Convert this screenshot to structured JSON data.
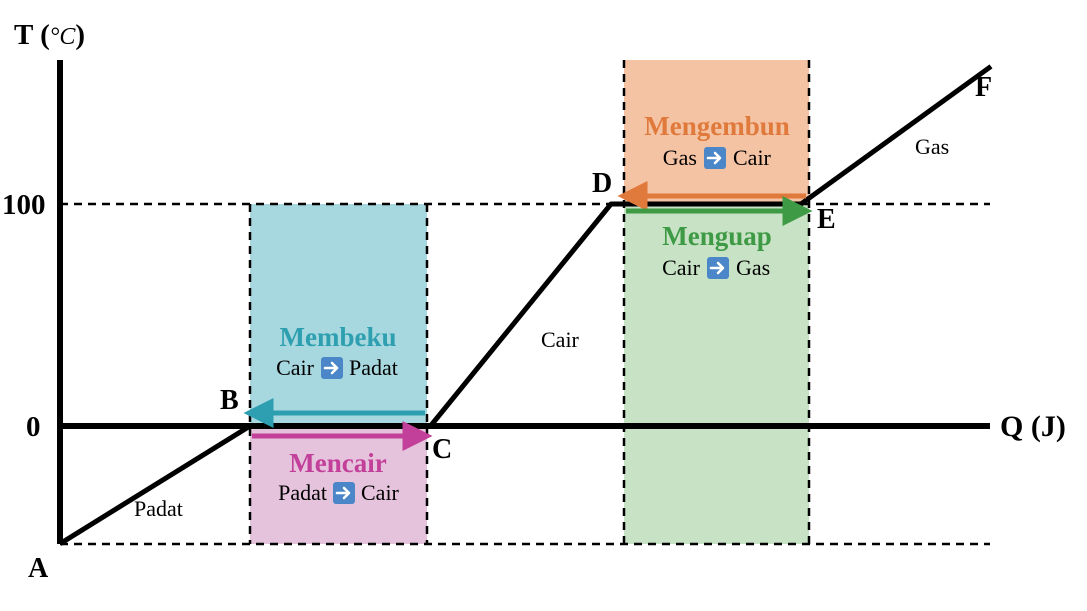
{
  "chart_data": {
    "type": "line",
    "xlabel": "Q (J)",
    "ylabel_main": "T (",
    "ylabel_unit": "°C",
    "ylabel_close": ")",
    "y_ticks": [
      "100",
      "0"
    ],
    "y_values": {
      "top": 100,
      "zero": 0
    },
    "points": [
      {
        "label": "A",
        "q": 0.0,
        "t": -53
      },
      {
        "label": "B",
        "q": 1.0,
        "t": 0
      },
      {
        "label": "C",
        "q": 1.95,
        "t": 0
      },
      {
        "label": "D",
        "q": 2.9,
        "t": 100
      },
      {
        "label": "E",
        "q": 3.9,
        "t": 100
      },
      {
        "label": "F",
        "q": 4.9,
        "t": 162
      }
    ],
    "phase_labels": {
      "solid": "Padat",
      "liquid": "Cair",
      "gas": "Gas"
    },
    "processes": {
      "freezing": {
        "name": "Membeku",
        "from": "Cair",
        "to": "Padat",
        "color": "#2e9fb0",
        "box": "#a8d8df"
      },
      "melting": {
        "name": "Mencair",
        "from": "Padat",
        "to": "Cair",
        "color": "#c2409a",
        "box": "#e6c3dc"
      },
      "condensing": {
        "name": "Mengembun",
        "from": "Gas",
        "to": "Cair",
        "color": "#e07a3c",
        "box": "#f4c3a3"
      },
      "evaporating": {
        "name": "Menguap",
        "from": "Cair",
        "to": "Gas",
        "color": "#3f9a45",
        "box": "#c8e2c5"
      }
    },
    "arrow_icon_color": "#4a86c8"
  }
}
